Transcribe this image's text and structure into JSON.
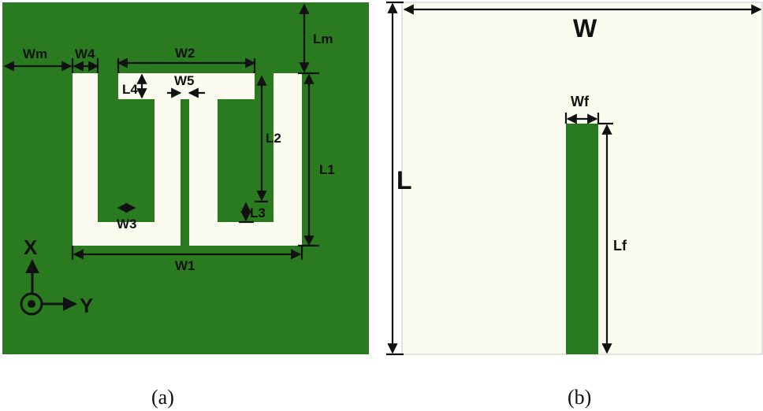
{
  "colors": {
    "copper": "#2a7a1f",
    "slot": "#fbfbf0",
    "substrate": "#fbfbf0",
    "ink": "#111111"
  },
  "panel_a": {
    "caption": "(a)",
    "labels": {
      "Wm": "Wm",
      "W4": "W4",
      "W2": "W2",
      "Lm": "Lm",
      "L4": "L4",
      "W5": "W5",
      "L2": "L2",
      "L1": "L1",
      "W3": "W3",
      "L3": "L3",
      "W1": "W1"
    },
    "axes": {
      "x": "X",
      "y": "Y"
    }
  },
  "panel_b": {
    "caption": "(b)",
    "labels": {
      "W": "W",
      "L": "L",
      "Wf": "Wf",
      "Lf": "Lf"
    }
  }
}
